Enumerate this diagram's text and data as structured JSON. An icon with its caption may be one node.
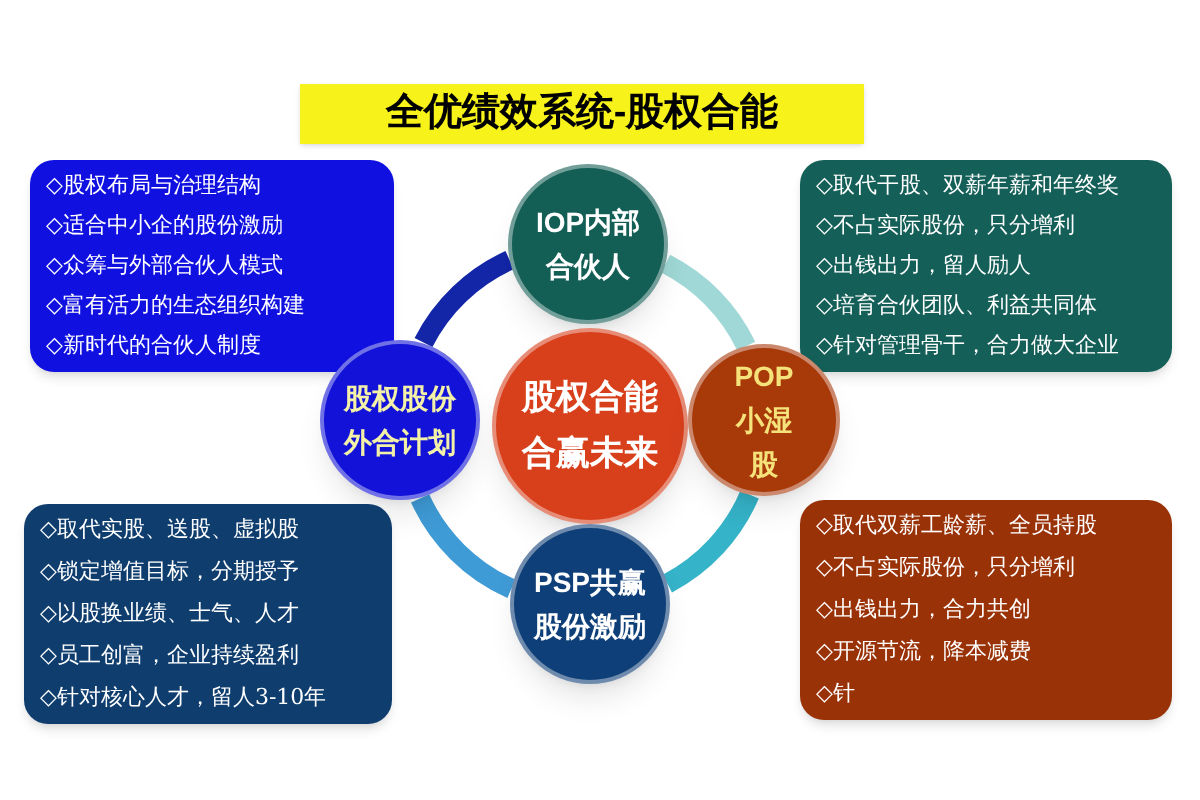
{
  "diagram": {
    "title": "全优绩效系统-股权合能",
    "nodes": [
      {
        "text": [
          "◇股权布局与治理结构",
          "◇适合中小企的股份激励",
          "◇众筹与外部合伙人模式",
          "◇富有活力的生态组织构建",
          "◇新时代的合伙人制度"
        ]
      },
      {
        "text": [
          "◇取代干股、双薪年薪和年终奖",
          "◇不占实际股份，只分增利",
          "◇出钱出力，留人励人",
          "◇培育合伙团队、利益共同体",
          "◇针对管理骨干，合力做大企业"
        ]
      },
      {
        "text": [
          "IOP内部合伙人"
        ]
      },
      {
        "text": [
          "股权股份外合计划"
        ]
      },
      {
        "text": [
          "股权合能合赢未来"
        ]
      },
      {
        "text": [
          "POP小湿股"
        ]
      },
      {
        "text": [
          "PSP共赢股份激励"
        ]
      },
      {
        "text": [
          "◇取代实股、送股、虚拟股",
          "◇锁定增值目标，分期授予",
          "◇以股换业绩、士气、人才",
          "◇员工创富，企业持续盈利",
          "◇针对核心人才，留人3-10年"
        ]
      },
      {
        "text": [
          "◇取代双薪工龄薪、全员持股",
          "◇不占实际股份，只分增利",
          "◇出钱出力，合力共创",
          "◇开源节流，降本减费",
          "◇针"
        ]
      }
    ],
    "edges": [
      {
        "from": 2,
        "to": 5,
        "arrow": "none",
        "color": "#9fd8d6"
      },
      {
        "from": 5,
        "to": 6,
        "arrow": "none",
        "color": "#35b3c8"
      },
      {
        "from": 6,
        "to": 3,
        "arrow": "none",
        "color": "#3f9bd6"
      },
      {
        "from": 3,
        "to": 2,
        "arrow": "none",
        "color": "#1326a8"
      }
    ]
  }
}
